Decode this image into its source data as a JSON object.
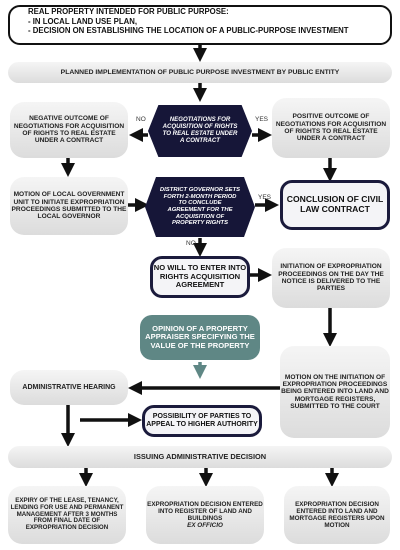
{
  "title_box": {
    "line1": "REAL PROPERTY INTENDED FOR PUBLIC PURPOSE:",
    "line2": "- IN LOCAL LAND USE PLAN,",
    "line3": "- DECISION ON ESTABLISHING THE LOCATION OF A PUBLIC-PURPOSE INVESTMENT"
  },
  "planned_implementation": "PLANNED IMPLEMENTATION OF PUBLIC PURPOSE INVESTMENT BY PUBLIC ENTITY",
  "negative_outcome": "NEGATIVE OUTCOME OF NEGOTIATIONS FOR ACQUISITION OF RIGHTS TO REAL ESTATE UNDER A CONTRACT",
  "negotiations": "NEGOTIATIONS FOR ACQUISITION OF RIGHTS TO REAL ESTATE UNDER A CONTRACT",
  "positive_outcome": "POSITIVE OUTCOME OF NEGOTIATIONS FOR ACQUISITION OF RIGHTS TO REAL ESTATE UNDER A CONTRACT",
  "label_no_1": "NO",
  "label_yes_1": "YES",
  "motion_local": "MOTION OF LOCAL GOVERNMENT UNIT TO INITIATE EXPROPRIATION PROCEEDINGS SUBMITTED TO THE LOCAL GOVERNOR",
  "district_governor": "DISTRICT GOVERNOR SETS FORTH 2-MONTH PERIOD TO CONCLUDE AGREEMENT FOR THE ACQUISITION OF PROPERTY RIGHTS",
  "conclusion": "CONCLUSION OF CIVIL LAW CONTRACT",
  "label_yes_2": "YES",
  "label_no_2": "NO",
  "no_will": "NO WILL TO ENTER INTO RIGHTS ACQUISITION AGREEMENT",
  "initiation": "INITIATION OF EXPROPRIATION PROCEEDINGS ON THE DAY THE NOTICE IS DELIVERED TO THE PARTIES",
  "opinion": "OPINION OF A PROPERTY APPRAISER SPECIFYING THE VALUE OF THE PROPERTY",
  "motion_initiation": "MOTION ON THE INITIATION OF EXPROPRIATION PROCEEDINGS BEING ENTERED INTO LAND AND MORTGAGE REGISTERS, SUBMITTED TO THE COURT",
  "administrative_hearing": "ADMINISTRATIVE HEARING",
  "possibility_appeal": "POSSIBILITY OF PARTIES TO APPEAL TO HIGHER AUTHORITY",
  "issuing_decision": "ISSUING ADMINISTRATIVE DECISION",
  "expiry": "EXPIRY OF THE LEASE, TENANCY, LENDING FOR USE AND PERMANENT MANAGEMENT AFTER 3 MONTHS FROM FINAL DATE OF EXPROPRIATION DECISION",
  "decision_register_main": "EXPROPRIATION DECISION ENTERED INTO REGISTER OF LAND AND BUILDINGS",
  "decision_register_italic": "EX OFFICIO",
  "decision_mortgage": "EXPROPRIATION DECISION ENTERED INTO LAND AND MORTGAGE REGISTERS UPON MOTION"
}
